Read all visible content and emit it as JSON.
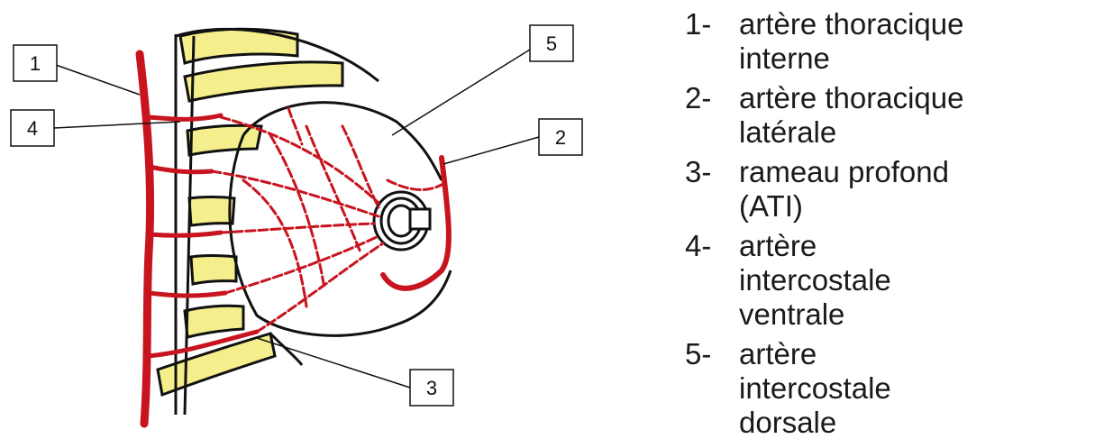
{
  "callouts": [
    {
      "number": "1"
    },
    {
      "number": "2"
    },
    {
      "number": "3"
    },
    {
      "number": "4"
    },
    {
      "number": "5"
    }
  ],
  "legend": [
    {
      "number": "1-",
      "lines": [
        "artère thoracique",
        "interne"
      ]
    },
    {
      "number": "2-",
      "lines": [
        "artère thoracique",
        "latérale"
      ]
    },
    {
      "number": "3-",
      "lines": [
        "rameau profond",
        "(ATI)"
      ]
    },
    {
      "number": "4-",
      "lines": [
        "artère",
        "intercostale",
        "ventrale"
      ]
    },
    {
      "number": "5-",
      "lines": [
        "artère",
        "intercostale",
        "dorsale"
      ]
    }
  ],
  "colors": {
    "artery": "#c8141e",
    "rib": "#f4ee8c",
    "outline": "#111111"
  }
}
